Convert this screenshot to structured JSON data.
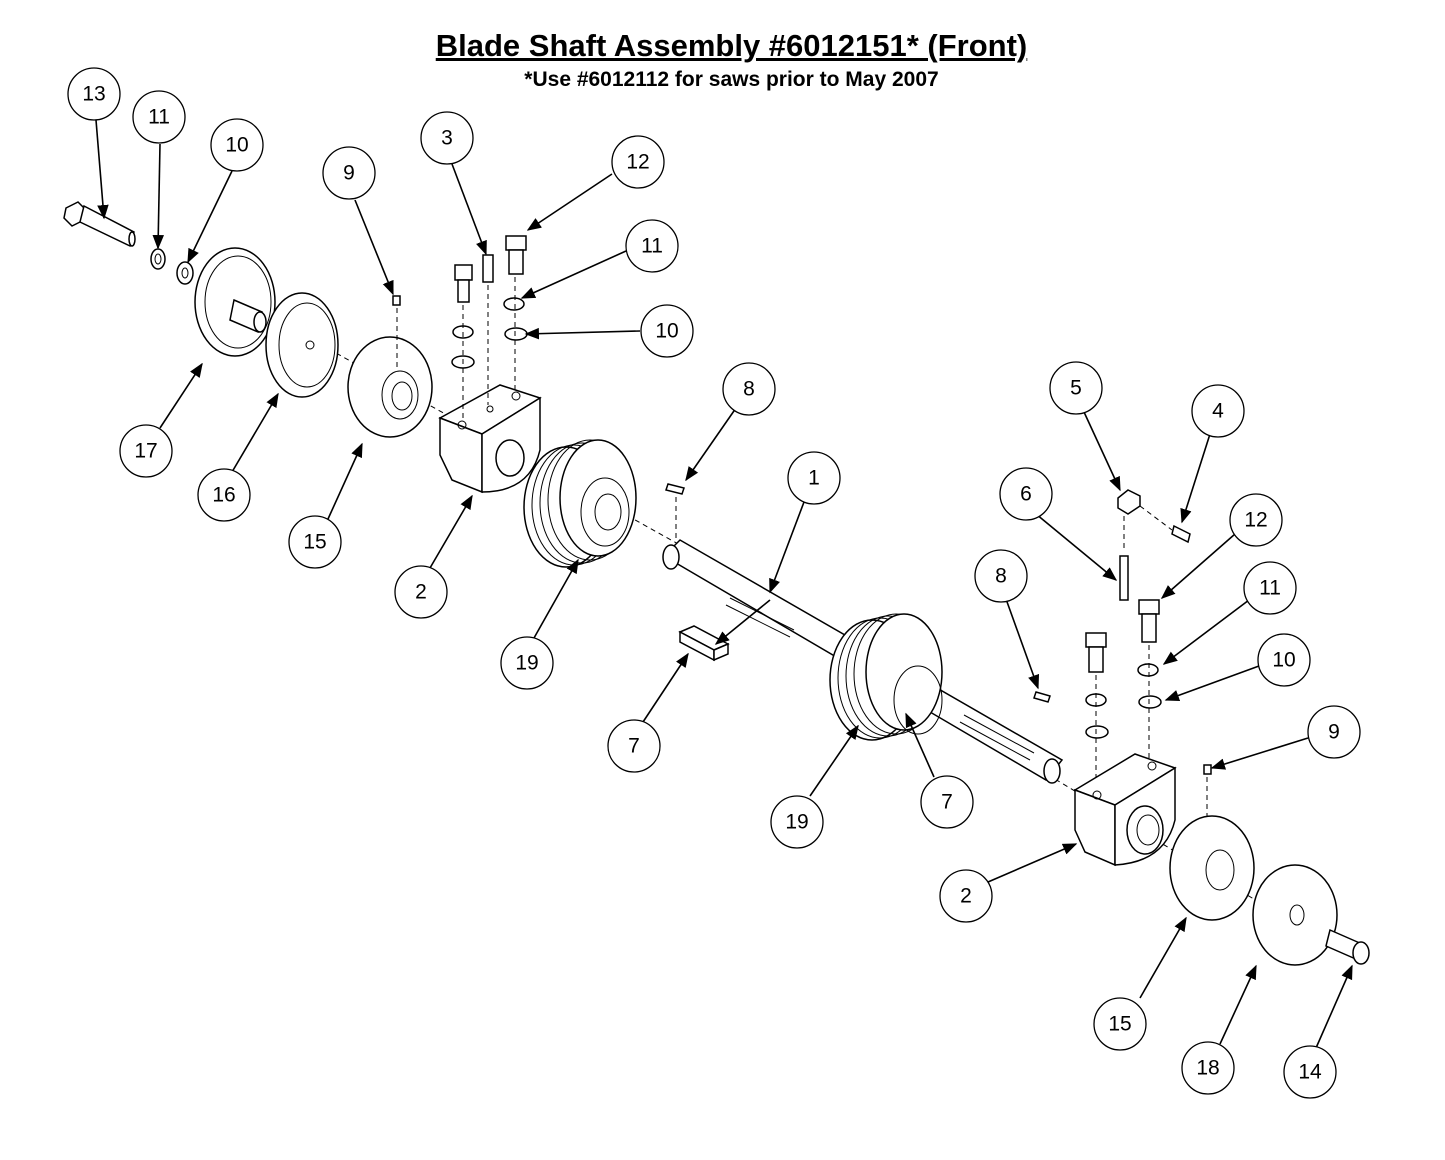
{
  "title": "Blade Shaft Assembly #6012151* (Front)",
  "subtitle": "*Use #6012112 for saws prior to May 2007",
  "callouts": [
    {
      "id": "c13a",
      "label": "13"
    },
    {
      "id": "c11a",
      "label": "11"
    },
    {
      "id": "c10a",
      "label": "10"
    },
    {
      "id": "c9a",
      "label": "9"
    },
    {
      "id": "c3",
      "label": "3"
    },
    {
      "id": "c12a",
      "label": "12"
    },
    {
      "id": "c11b",
      "label": "11"
    },
    {
      "id": "c10b",
      "label": "10"
    },
    {
      "id": "c17",
      "label": "17"
    },
    {
      "id": "c16",
      "label": "16"
    },
    {
      "id": "c15a",
      "label": "15"
    },
    {
      "id": "c2a",
      "label": "2"
    },
    {
      "id": "c19a",
      "label": "19"
    },
    {
      "id": "c8a",
      "label": "8"
    },
    {
      "id": "c1",
      "label": "1"
    },
    {
      "id": "c7a",
      "label": "7"
    },
    {
      "id": "c5",
      "label": "5"
    },
    {
      "id": "c4",
      "label": "4"
    },
    {
      "id": "c6",
      "label": "6"
    },
    {
      "id": "c12b",
      "label": "12"
    },
    {
      "id": "c8b",
      "label": "8"
    },
    {
      "id": "c11c",
      "label": "11"
    },
    {
      "id": "c10c",
      "label": "10"
    },
    {
      "id": "c19b",
      "label": "19"
    },
    {
      "id": "c7b",
      "label": "7"
    },
    {
      "id": "c9b",
      "label": "9"
    },
    {
      "id": "c2b",
      "label": "2"
    },
    {
      "id": "c15b",
      "label": "15"
    },
    {
      "id": "c18",
      "label": "18"
    },
    {
      "id": "c14",
      "label": "14"
    }
  ]
}
